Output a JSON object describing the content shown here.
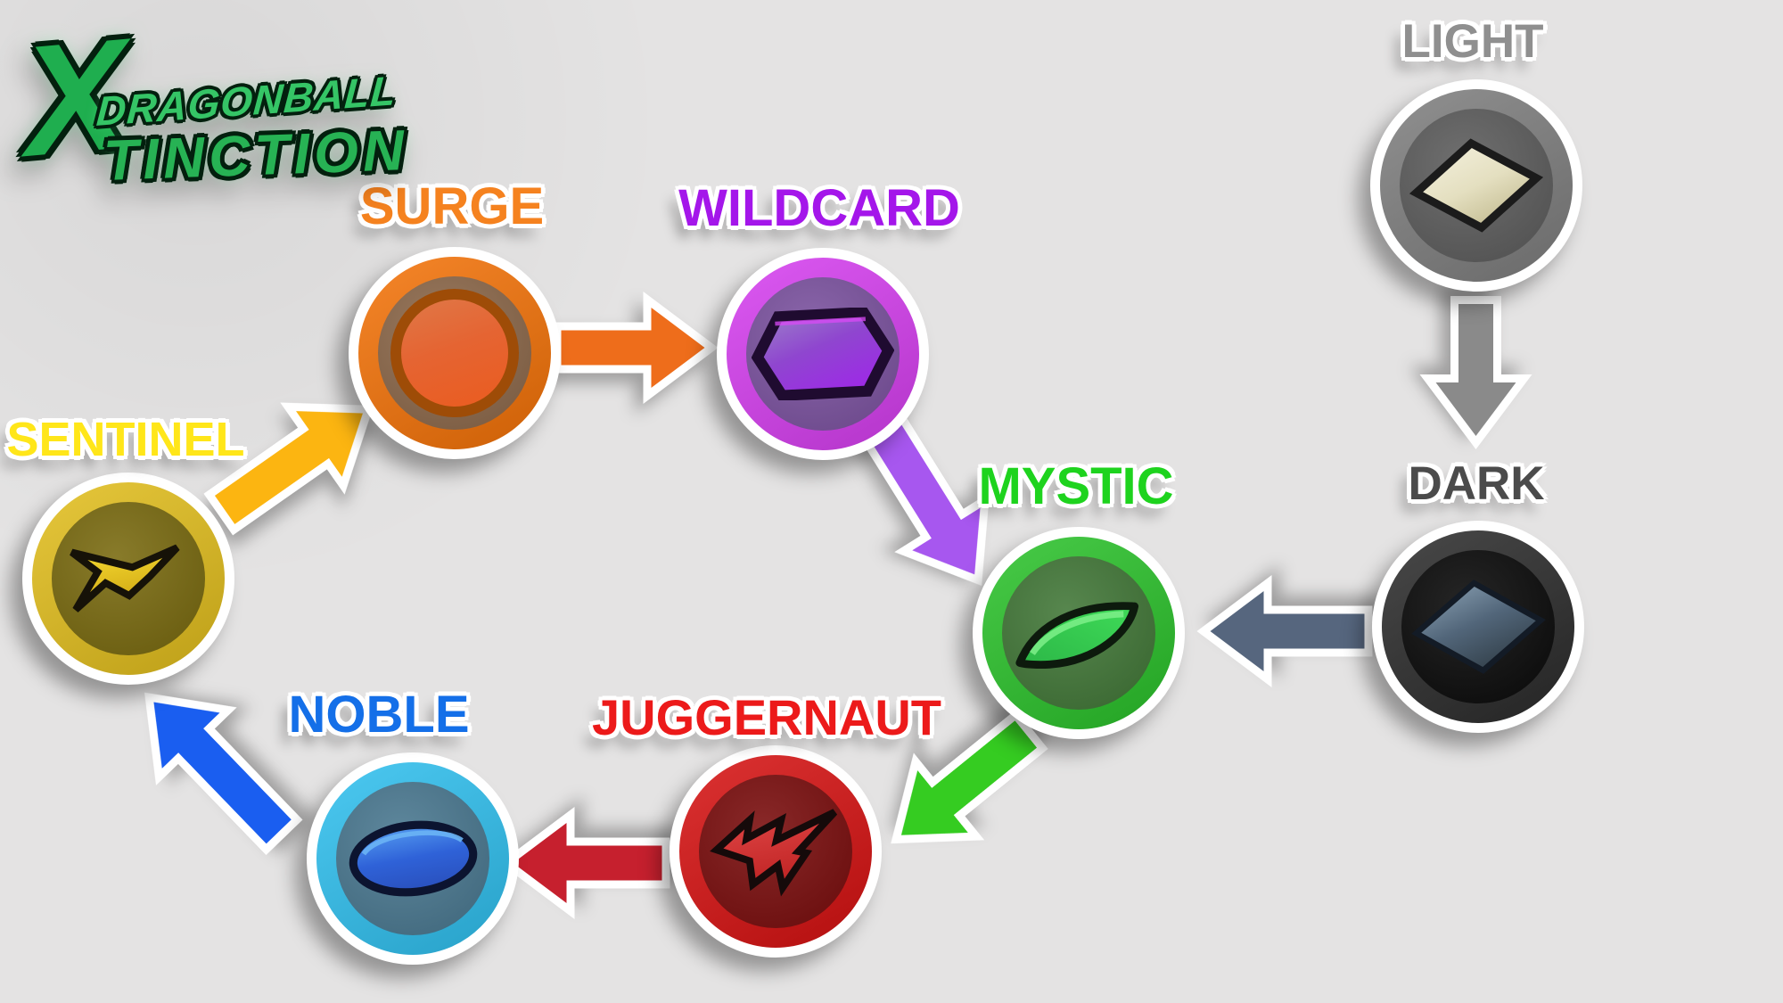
{
  "background_color": "#e4e3e3",
  "logo": {
    "mark": "X",
    "title_top": "DRAGONBALL",
    "title_bottom": "TINCTION",
    "color": "#23b155"
  },
  "nodes": [
    {
      "id": "surge",
      "label": "SURGE",
      "label_color": "#f5821f",
      "ring_color": "#f47207",
      "fill_color": "#8f6b4d",
      "icon": "surge-disc-icon"
    },
    {
      "id": "wildcard",
      "label": "WILDCARD",
      "label_color": "#a416ea",
      "ring_color": "#d63ef0",
      "fill_color": "#7e55a2",
      "icon": "hexagon-icon"
    },
    {
      "id": "mystic",
      "label": "MYSTIC",
      "label_color": "#1ed31e",
      "ring_color": "#2ac22a",
      "fill_color": "#44793a",
      "icon": "leaf-icon"
    },
    {
      "id": "juggernaut",
      "label": "JUGGERNAUT",
      "label_color": "#ec1a1a",
      "ring_color": "#d61111",
      "fill_color": "#7c1010",
      "icon": "lightning-bolt-icon"
    },
    {
      "id": "noble",
      "label": "NOBLE",
      "label_color": "#146fe8",
      "ring_color": "#2fc0ef",
      "fill_color": "#4c7a92",
      "icon": "ellipse-icon"
    },
    {
      "id": "sentinel",
      "label": "SENTINEL",
      "label_color": "#ffe619",
      "ring_color": "#e2be1c",
      "fill_color": "#7b6c12",
      "icon": "four-point-star-icon"
    },
    {
      "id": "light",
      "label": "LIGHT",
      "label_color": "#8f8f8f",
      "ring_color": "#7e7e7e",
      "fill_color": "#5f5f5f",
      "icon": "diamond-icon"
    },
    {
      "id": "dark",
      "label": "DARK",
      "label_color": "#4b4b4b",
      "ring_color": "#2b2b2b",
      "fill_color": "#0d0d0d",
      "icon": "diamond-icon"
    }
  ],
  "arrows": [
    {
      "from": "sentinel",
      "to": "surge",
      "color": "#fcb511"
    },
    {
      "from": "surge",
      "to": "wildcard",
      "color": "#ee6d1b"
    },
    {
      "from": "wildcard",
      "to": "mystic",
      "color": "#a757ef"
    },
    {
      "from": "mystic",
      "to": "juggernaut",
      "color": "#35cc21"
    },
    {
      "from": "juggernaut",
      "to": "noble",
      "color": "#c6202e"
    },
    {
      "from": "noble",
      "to": "sentinel",
      "color": "#1a5ef0"
    },
    {
      "from": "light",
      "to": "dark",
      "color": "#8a8a8a"
    },
    {
      "from": "dark",
      "to": "mystic",
      "color": "#56667e"
    }
  ]
}
